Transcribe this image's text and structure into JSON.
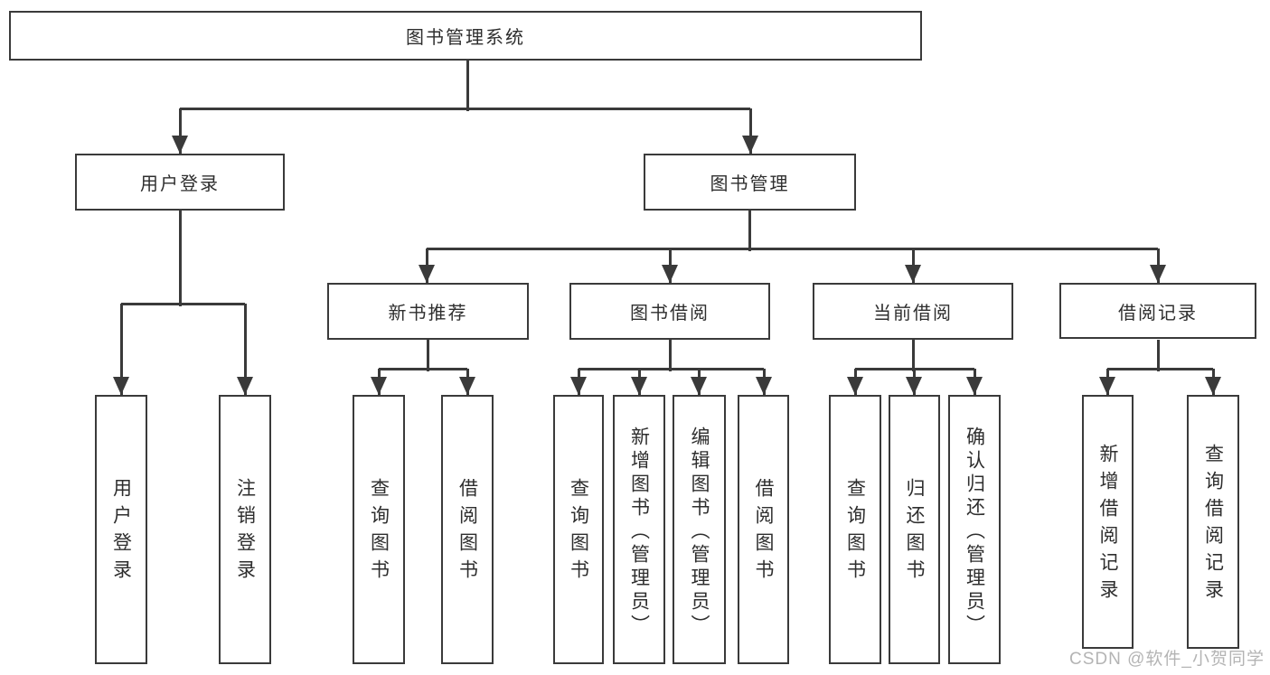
{
  "tree": {
    "root": {
      "label": "图书管理系统"
    },
    "branches": [
      {
        "label": "用户登录",
        "children": [
          {
            "label": "用户登录"
          },
          {
            "label": "注销登录"
          }
        ]
      },
      {
        "label": "图书管理",
        "children": [
          {
            "label": "新书推荐",
            "children": [
              {
                "label": "查询图书"
              },
              {
                "label": "借阅图书"
              }
            ]
          },
          {
            "label": "图书借阅",
            "children": [
              {
                "label": "查询图书"
              },
              {
                "label": "新增图书（管理员）"
              },
              {
                "label": "编辑图书（管理员）"
              },
              {
                "label": "借阅图书"
              }
            ]
          },
          {
            "label": "当前借阅",
            "children": [
              {
                "label": "查询图书"
              },
              {
                "label": "归还图书"
              },
              {
                "label": "确认归还（管理员）"
              }
            ]
          },
          {
            "label": "借阅记录",
            "children": [
              {
                "label": "新增借阅记录"
              },
              {
                "label": "查询借阅记录"
              }
            ]
          }
        ]
      }
    ]
  },
  "watermark": {
    "text": "CSDN @软件_小贺同学"
  },
  "colors": {
    "line": "#3a3a3a",
    "text": "#2e2e2e",
    "box_bg": "#ffffff",
    "background": "#ffffff",
    "watermark": "#b4b4b4"
  }
}
